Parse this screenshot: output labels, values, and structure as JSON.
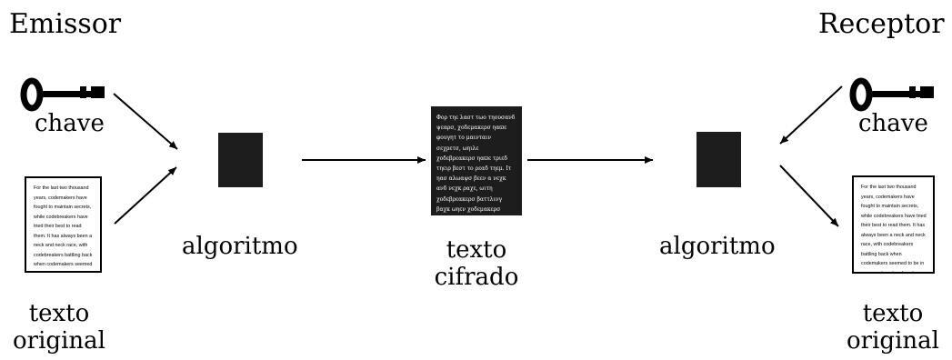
{
  "sender": {
    "title": "Emissor",
    "key_label": "chave",
    "doc_text": "For the last two thousand years, codemakers have fought to maintain secrets, while codebreakers have tried their best to read them. It has always been a neck and neck race, with codebreakers battling back when codemakers seemed to be in command, and codemakers",
    "doc_label_line1": "texto",
    "doc_label_line2": "original"
  },
  "algorithm_left": {
    "label": "algoritmo"
  },
  "ciphertext": {
    "content": "Φορ τηε λαστ τωο τηουσανδ ψεαρσ, χοδεμακερσ ηαϖε φουγητ το μαινταιν σεχρετσ, ωηιλε χοδεβρεακερσ ηαϖε τριεδ τηειρ βεστ το ρεαδ τηεμ. Ιτ ηασ αλωαψσ βεεν α νεχκ ανδ νεχκ ραχε, ωιτη χοδεβρεακερσ βαττλινγ βαχκ ωηεν χοδεμακερσ σεεμεδ το βε ιν χομμανδ, ανδ χοδεμακερσ",
    "label_line1": "texto",
    "label_line2": "cifrado"
  },
  "algorithm_right": {
    "label": "algoritmo"
  },
  "receiver": {
    "title": "Receptor",
    "key_label": "chave",
    "doc_text": "For the last two thousand years, codemakers have fought to maintain secrets, while codebreakers have tried their best to read them. It has always been a neck and neck race, with codebreakers battling back when codemakers seemed to be in command, and codemakers",
    "doc_label_line1": "texto",
    "doc_label_line2": "original"
  },
  "icons": {
    "key": "key-icon",
    "document": "document-icon"
  },
  "colors": {
    "ink": "#000000",
    "block": "#1d1d1d",
    "background": "#ffffff"
  }
}
